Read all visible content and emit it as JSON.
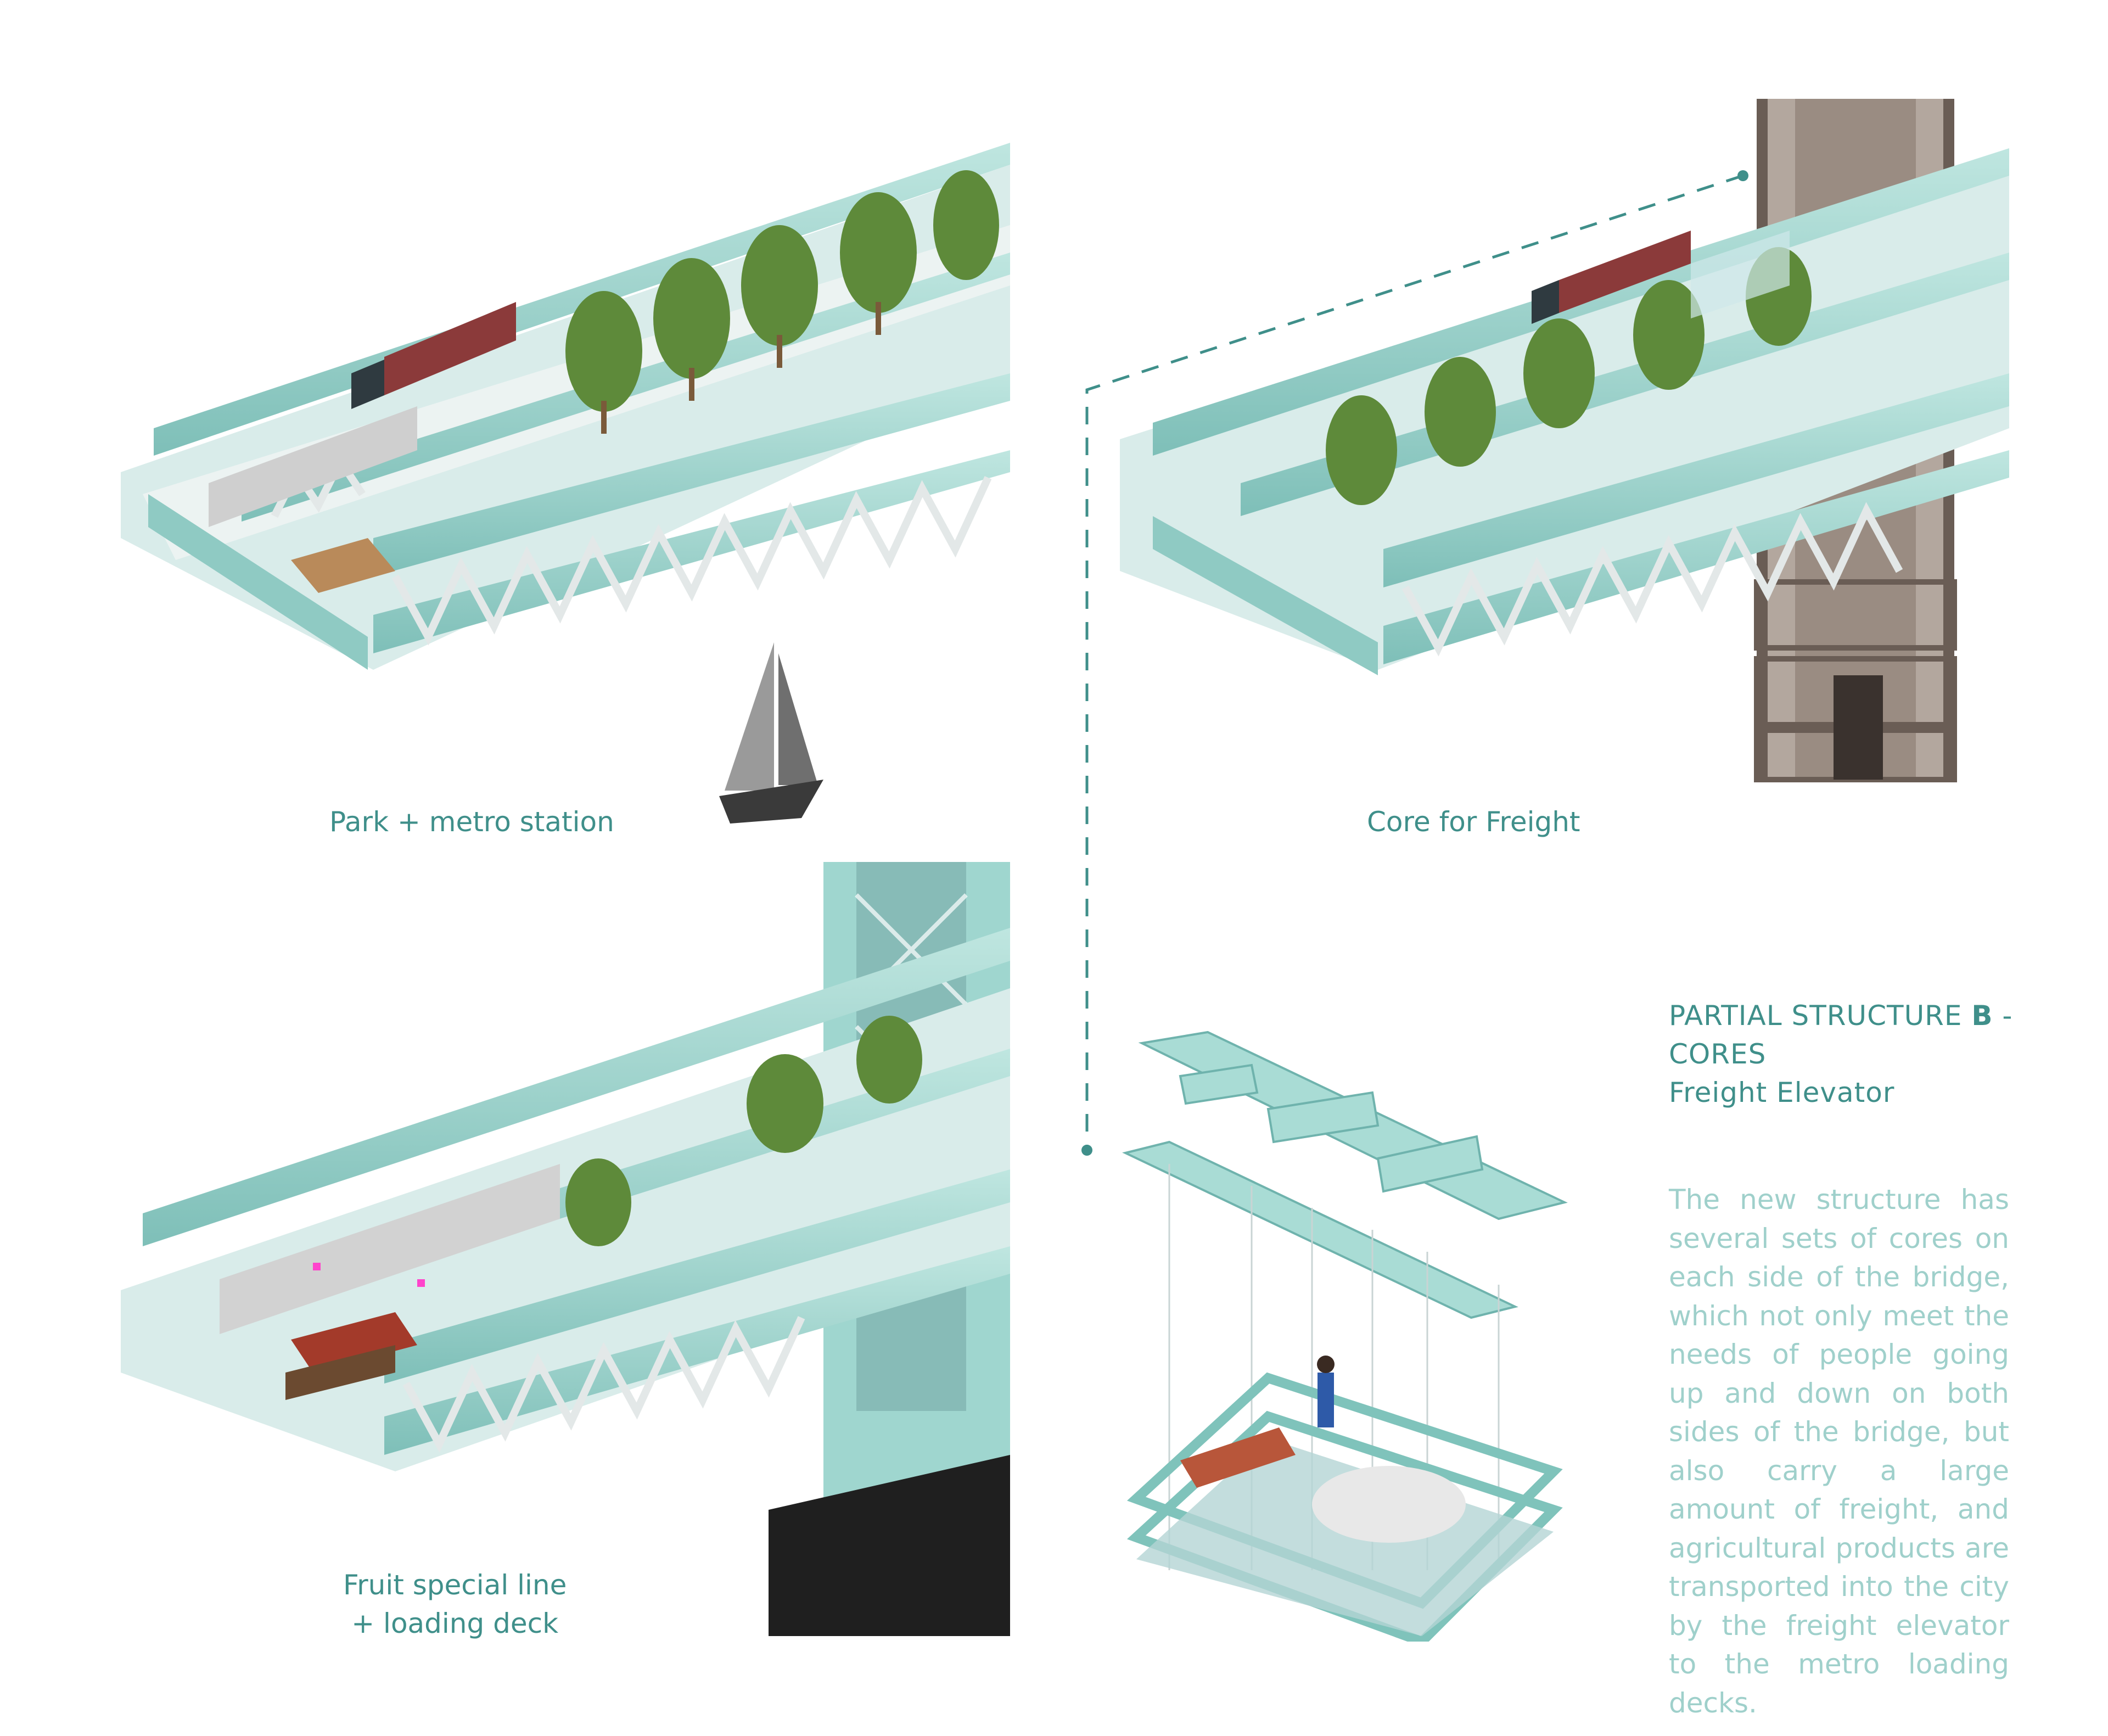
{
  "captions": {
    "park": "Park + metro station",
    "core": "Core for Freight",
    "fruit_line1": "Fruit special line",
    "fruit_line2": "+ loading deck"
  },
  "title": {
    "line1_prefix": "PARTIAL STRUCTURE ",
    "line1_letter": "B",
    "line1_suffix": " -",
    "line2": "CORES",
    "line3": "Freight Elevator"
  },
  "body_text": "The new structure has several sets of cores on each side of the bridge, which not only meet the needs of people going up and down on both sides of the bridge, but also carry a large amount of freight, and agricultural products are transported into the city by the freight elevator to the metro loading decks.",
  "colors": {
    "accent": "#3f8f8a",
    "body_text": "#9fd0cb",
    "structure": "#a9dcd5",
    "structure_dark": "#6fb3ad",
    "truss": "#e8ecec",
    "tree": "#5e8a3a",
    "container": "#8b3a3a",
    "core": "#9a8c82"
  },
  "icons": [
    "sailboat-icon",
    "tree-icon",
    "truck-icon",
    "cow-icon",
    "worker-icon"
  ]
}
